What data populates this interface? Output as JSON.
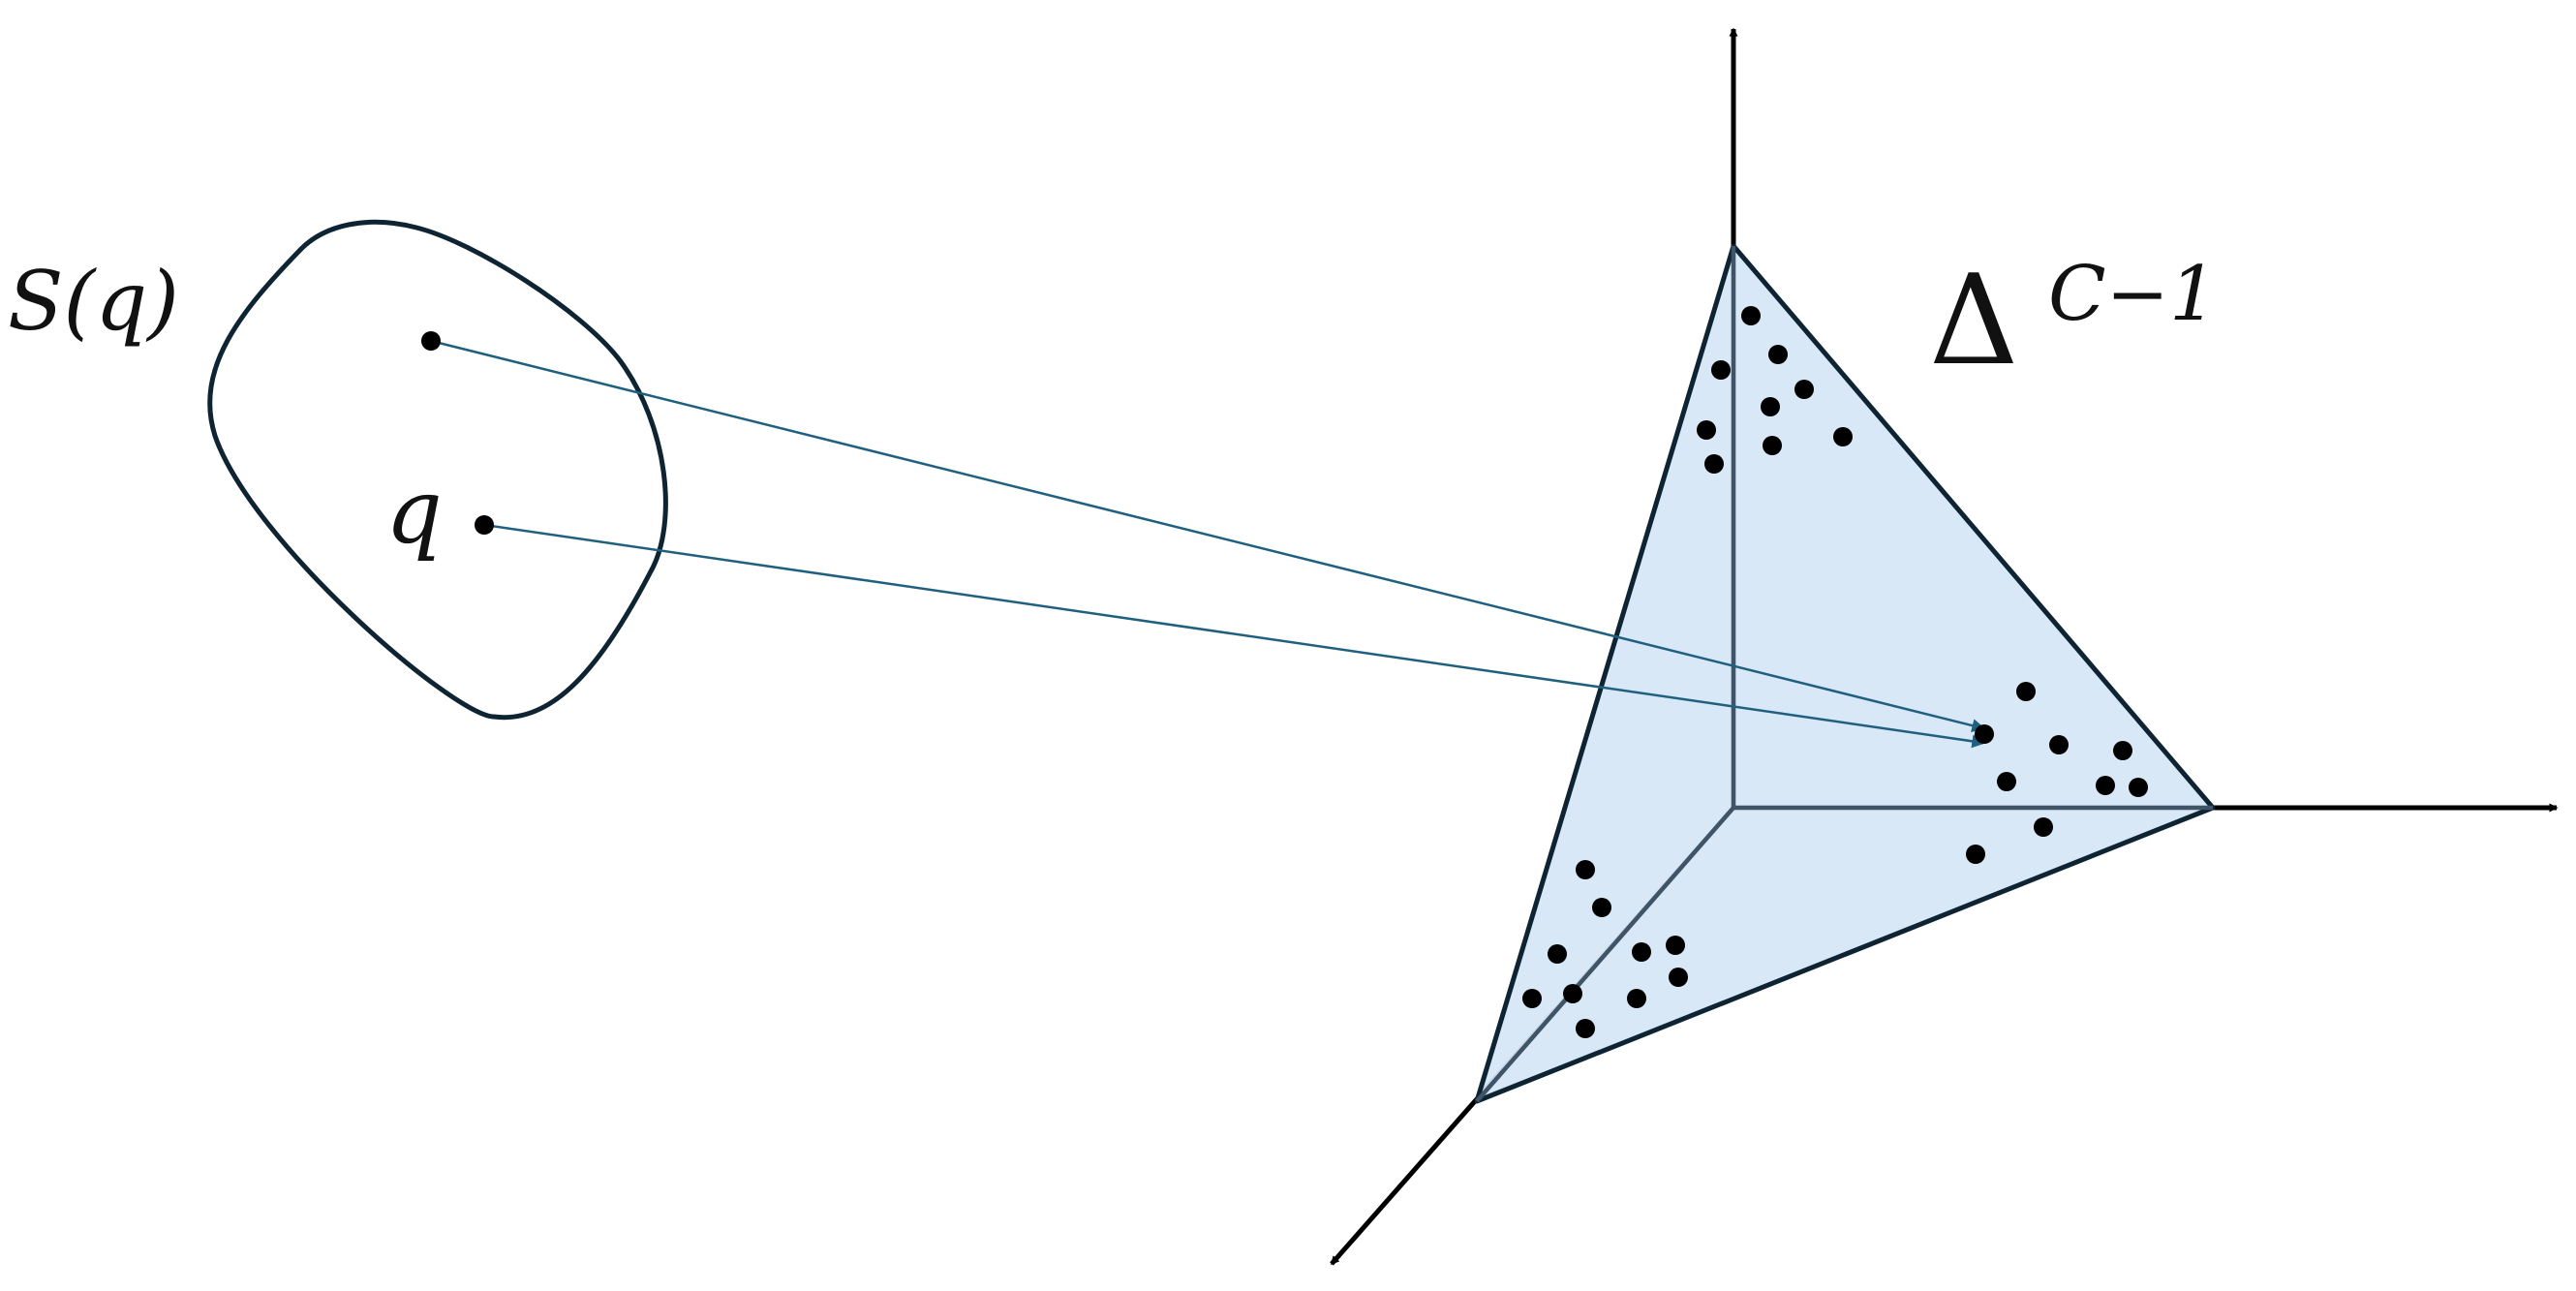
{
  "labels": {
    "set_label": "S(q)",
    "point_label": "q",
    "simplex_symbol": "Δ",
    "simplex_superscript": "C−1"
  },
  "colors": {
    "stroke": "#0f2433",
    "simplex_fill": "#d6e6f5",
    "arrow": "#1f5f80",
    "axis": "#000000",
    "point": "#000000"
  }
}
